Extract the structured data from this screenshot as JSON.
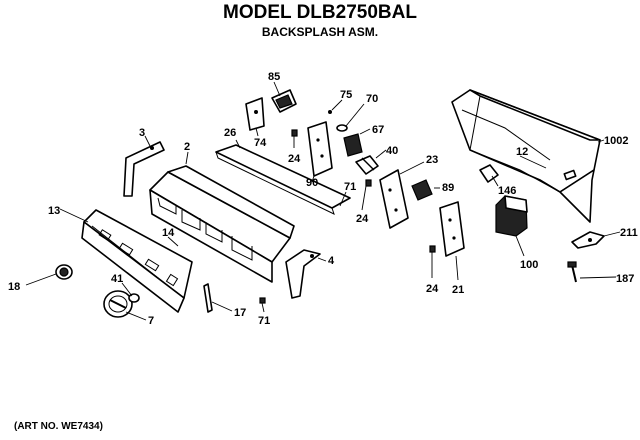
{
  "header": {
    "title": "MODEL DLB2750BAL",
    "subtitle": "BACKSPLASH ASM."
  },
  "footer": {
    "art_no": "(ART NO. WE7434)"
  },
  "callouts": {
    "c85": "85",
    "c75": "75",
    "c70": "70",
    "c74": "74",
    "c26": "26",
    "c24a": "24",
    "c67": "67",
    "c40": "40",
    "c3": "3",
    "c2": "2",
    "c90": "90",
    "c71a": "71",
    "c23": "23",
    "c89": "89",
    "c24b": "24",
    "c12": "12",
    "c1002": "1002",
    "c146": "146",
    "c13": "13",
    "c14": "14",
    "c4": "4",
    "c211": "211",
    "c100": "100",
    "c187": "187",
    "c18": "18",
    "c41": "41",
    "c7": "7",
    "c17": "17",
    "c71b": "71",
    "c24c": "24",
    "c21": "21"
  }
}
